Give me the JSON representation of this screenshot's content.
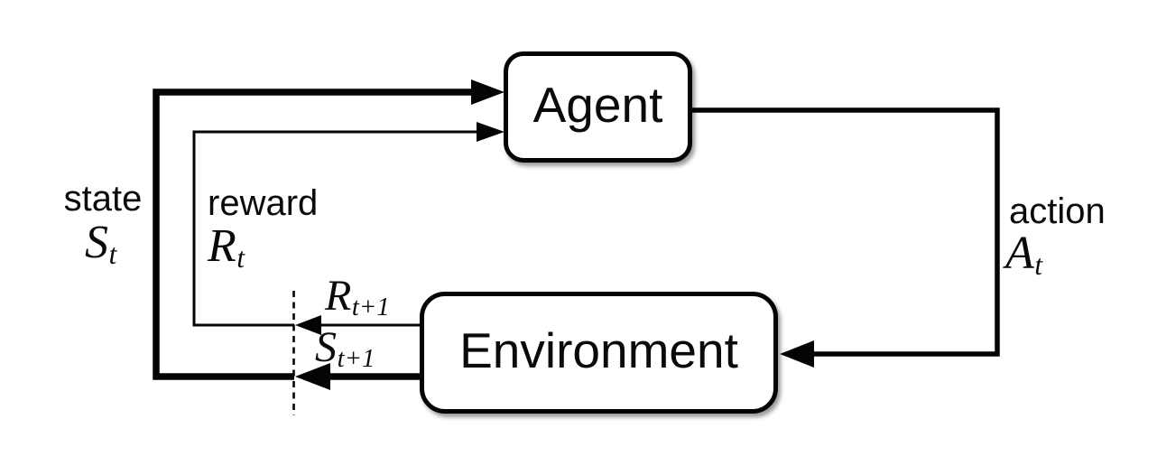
{
  "diagram": {
    "name": "agent-environment-interaction-loop",
    "nodes": {
      "agent": {
        "label": "Agent"
      },
      "environment": {
        "label": "Environment"
      }
    },
    "labels": {
      "state": {
        "word": "state",
        "symbol": "S",
        "subscript": "t"
      },
      "reward": {
        "word": "reward",
        "symbol": "R",
        "subscript": "t"
      },
      "action": {
        "word": "action",
        "symbol": "A",
        "subscript": "t"
      },
      "next_reward": {
        "symbol": "R",
        "subscript": "t+1"
      },
      "next_state": {
        "symbol": "S",
        "subscript": "t+1"
      }
    },
    "colors": {
      "stroke": "#040404",
      "background": "#ffffff",
      "text": "#0a0a0a"
    }
  }
}
